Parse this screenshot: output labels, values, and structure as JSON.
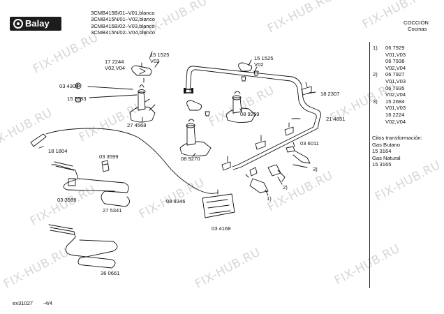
{
  "header": {
    "brand": "Balay",
    "models": [
      "3CMB415B/01–V01,blanco",
      "3CMB415N/01–V02,blanco",
      "3CMB415B/02–V03,blanco",
      "3CMB415N/02–V04,blanco"
    ],
    "section": "COCCIÓN",
    "subsection": "Cocinas"
  },
  "part_labels": {
    "p172244": "17 2244",
    "v02v04": "V02,V04",
    "p151525a": "15 1525",
    "v02a": "V02",
    "p151525b": "15 1525",
    "v02b": "V02",
    "p034308": "03 4308",
    "p152683": "15 2683",
    "p274568": "27 4568",
    "p089269": "08 9269",
    "p214851": "21 4851",
    "p182307": "18 2307",
    "p181804": "18 1804",
    "p033599a": "03 3599",
    "p089270": "08 9270",
    "p036011": "03 6011",
    "n3": "3)",
    "n2": "2)",
    "n1": "1)",
    "p033599b": "03 3599",
    "p275341": "27 5341",
    "p089346": "08 9346",
    "p034168": "03 4168",
    "p360661": "36 0661"
  },
  "legend": {
    "entries": [
      {
        "key": "1)",
        "lines": [
          "06 7929",
          "V01,V03",
          "06 7938",
          "V02,V04"
        ]
      },
      {
        "key": "2)",
        "lines": [
          "06 7927",
          "V01,V03",
          "06 7935",
          "V02,V04"
        ]
      },
      {
        "key": "3)",
        "lines": [
          "15 2684",
          "V01,V03",
          "16 2224",
          "V02,V04"
        ]
      }
    ],
    "conversion_title": "Citos  transformación:",
    "conversion": [
      "Gas Butano",
      "15 3164",
      "Gas Natural",
      "15 3165"
    ]
  },
  "footer": {
    "code": "ex31027",
    "page": "-4/4"
  },
  "watermark": {
    "text": "FIX-HUB.RU"
  },
  "colors": {
    "line": "#111111",
    "watermark": "#d6d6d6",
    "logo_bg": "#1c1c1c"
  }
}
